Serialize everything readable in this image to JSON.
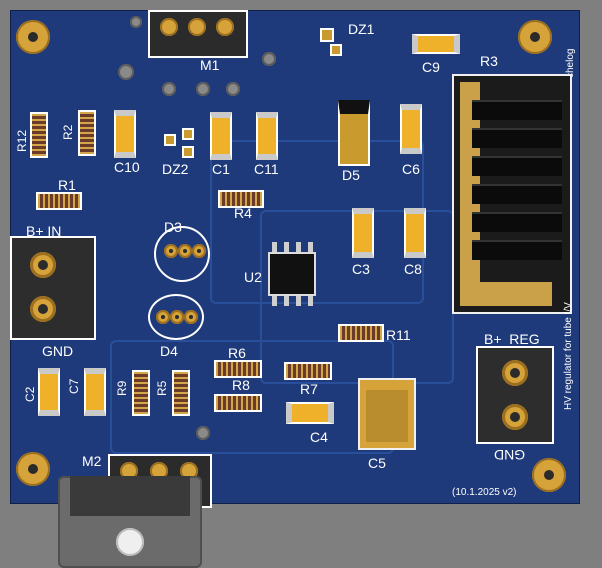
{
  "board": {
    "board_color": "#1e3a7a",
    "silk_color": "#ffffff",
    "gold_color": "#d6a33a",
    "revision_label": "(10.1.2025 v2)",
    "side_text": "HV regulator for tube I/V",
    "corner_text": "chelog"
  },
  "labels": {
    "M1": "M1",
    "DZ1": "DZ1",
    "C9": "C9",
    "R3": "R3",
    "R12": "R12",
    "R2": "R2",
    "C10": "C10",
    "DZ2": "DZ2",
    "C1": "C1",
    "C11": "C11",
    "D5": "D5",
    "C6": "C6",
    "R1": "R1",
    "R4": "R4",
    "D3": "D3",
    "U2": "U2",
    "C3": "C3",
    "C8": "C8",
    "D4": "D4",
    "R11": "R11",
    "R6": "R6",
    "R8": "R8",
    "R7": "R7",
    "R9": "R9",
    "R5": "R5",
    "C2": "C2",
    "C7": "C7",
    "C4": "C4",
    "C5": "C5",
    "M2": "M2",
    "B_plus_in": "B+   IN",
    "gnd_left": "GND",
    "B_plus_reg": "B+_REG",
    "gnd_right": "GND"
  }
}
